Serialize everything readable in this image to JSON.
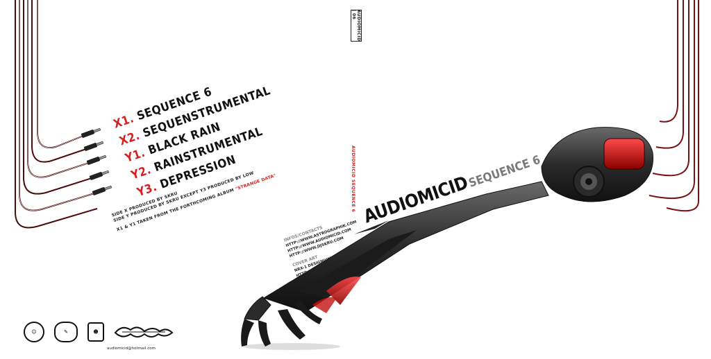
{
  "tracklist": [
    {
      "num": "X1.",
      "title": "SEQUENCE 6"
    },
    {
      "num": "X2.",
      "title": "SEQUENSTRUMENTAL"
    },
    {
      "num": "Y1.",
      "title": "BLACK RAIN"
    },
    {
      "num": "Y2.",
      "title": "RAINSTRUMENTAL"
    },
    {
      "num": "Y3.",
      "title": "DEPRESSION"
    }
  ],
  "credits": {
    "line1": "SIDE X PRODUCED BY SKRU",
    "line2": "SIDE Y PRODUCED BY SKRU EXCEPT Y3 PRODUCED BY LOW",
    "line3_prefix": "X1 & Y1 TAKEN FROM THE FORTHCOMING ALBUM",
    "line3_album": "\"STRANGE DATA\""
  },
  "spine": {
    "badge": "AUDIOMICID | 06",
    "title": "AUDIOMICID SEQUENCE 6"
  },
  "logo": {
    "main": "AUDIOMICID",
    "sub": "SEQUENCE 6"
  },
  "info": {
    "contacts_head": "INFOS/CONTACTS",
    "urls": [
      "HTTP://WWW.ASTROGRAPHIK.COM",
      "HTTP://WWW.AUDIOMICID.COM",
      "HTTP://WWW.DJSKRU.COM"
    ],
    "art_head": "COVER ART",
    "art_lines": [
      "NRX-1 DESIGNIUM",
      "HTTP://NRX1.FREE.FR"
    ]
  },
  "email": "audiomicid@hotmail.com",
  "colors": {
    "accent": "#d81e1e",
    "wire": "#5a0d0d"
  }
}
